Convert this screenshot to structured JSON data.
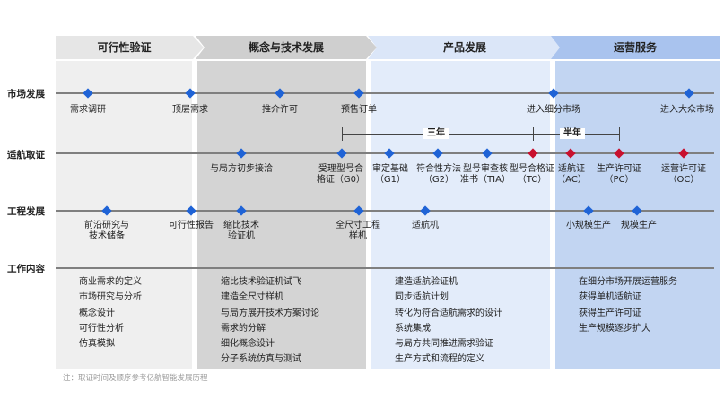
{
  "phases": [
    {
      "title": "可行性验证",
      "bg": "#efefef",
      "head": "#e6e6e6"
    },
    {
      "title": "概念与技术发展",
      "bg": "#d4d4d4",
      "head": "#cfcfcf"
    },
    {
      "title": "产品发展",
      "bg": "#e3ecfa",
      "head": "#dbe6f8"
    },
    {
      "title": "运营服务",
      "bg": "#c2d5f2",
      "head": "#a9c3ee"
    }
  ],
  "rows": {
    "market": "市场发展",
    "cert": "适航取证",
    "engineering": "工程发展",
    "work": "工作内容"
  },
  "market_milestones": [
    "需求调研",
    "顶层需求",
    "推介许可",
    "预售订单",
    "进入细分市场",
    "进入大众市场"
  ],
  "cert_milestones": [
    "与局方初步接洽",
    "受理型号合格证（G0）",
    "审定基础（G1）",
    "符合性方法（G2）",
    "型号审查核准书（TIA）",
    "型号合格证（TC）",
    "适航证（AC）",
    "生产许可证（PC）",
    "运营许可证（OC）"
  ],
  "cert_lines": {
    "g0a": "受理型号合",
    "g0b": "格证（G0）",
    "g1a": "审定基础",
    "g1b": "（G1）",
    "g2a": "符合性方法",
    "g2b": "（G2）",
    "tiaa": "型号审查核",
    "tiab": "准书（TIA）",
    "tca": "型号合格证",
    "tcb": "（TC）",
    "aca": "适航证",
    "acb": "（AC）",
    "pca": "生产许可证",
    "pcb": "（PC）",
    "oca": "运营许可证",
    "ocb": "（OC）"
  },
  "durations": {
    "three_years": "三年",
    "half_year": "半年"
  },
  "eng_milestones": {
    "frontier_a": "前沿研究与",
    "frontier_b": "技术储备",
    "feasibility": "可行性报告",
    "scale_a": "缩比技术",
    "scale_b": "验证机",
    "full_a": "全尺寸工程",
    "full_b": "样机",
    "airworthy": "适航机",
    "small_prod": "小规模生产",
    "mass_prod": "规模生产"
  },
  "work": [
    [
      "商业需求的定义",
      "市场研究与分析",
      "概念设计",
      "可行性分析",
      "仿真模拟"
    ],
    [
      "缩比技术验证机试飞",
      "建造全尺寸样机",
      "与局方展开技术方案讨论",
      "需求的分解",
      "细化概念设计",
      "分子系统仿真与测试"
    ],
    [
      "建造适航验证机",
      "同步适航计划",
      "转化为符合适航需求的设计",
      "系统集成",
      "与局方共同推进需求验证",
      "生产方式和流程的定义"
    ],
    [
      "在细分市场开展运营服务",
      "获得单机适航证",
      "获得生产许可证",
      "生产规模逐步扩大"
    ]
  ],
  "colors": {
    "blue_marker": "#1f63d6",
    "red_marker": "#c8102e",
    "track": "#7f7f7f"
  },
  "note": "注：取证时间及顺序参考亿航智能发展历程"
}
